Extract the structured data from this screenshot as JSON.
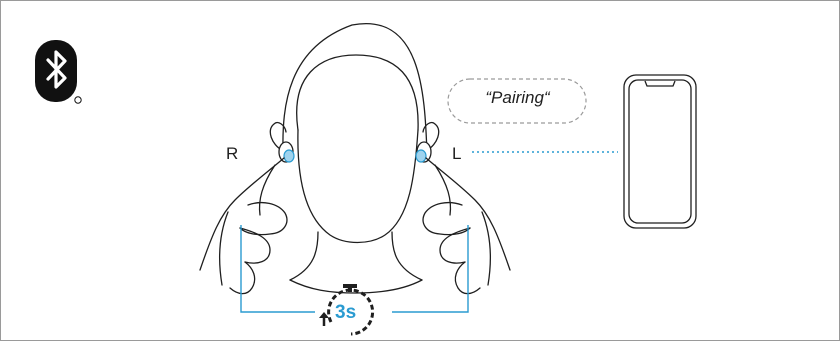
{
  "diagram": {
    "bubble_text": "“Pairing“",
    "label_right": "R",
    "label_left": "L",
    "timer_label": "3s",
    "icons": [
      "bluetooth-icon",
      "timer-icon",
      "smartphone-icon",
      "headphones-earbuds-icon"
    ],
    "colors": {
      "accent": "#2a9bd1",
      "line": "#1f1f1f",
      "bubble_border": "#9a9a9a",
      "frame_border": "#9a9a9a"
    }
  }
}
